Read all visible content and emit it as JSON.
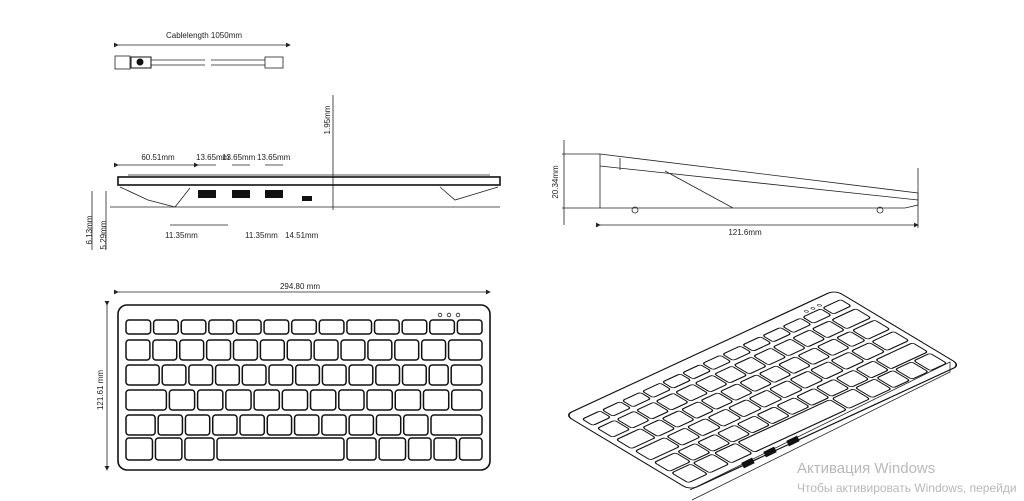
{
  "cable": {
    "length_label": "Cablelength 1050mm"
  },
  "front_view": {
    "height_label": "1.95mm",
    "offset_label": "60.51mm",
    "port_widths": [
      "13.65mm",
      "13.65mm",
      "13.65mm"
    ],
    "gaps": [
      "11.35mm",
      "11.35mm",
      "14.51mm"
    ],
    "left_heights": [
      "6.13mm",
      "5.29mm"
    ]
  },
  "side_view": {
    "height_label": "20.34mm",
    "depth_label": "121.6mm"
  },
  "top_view": {
    "width_label": "294.80 mm",
    "depth_label": "121.61 mm"
  },
  "watermark": {
    "title": "Активация Windows",
    "subtitle": "Чтобы активировать Windows, перейди"
  }
}
